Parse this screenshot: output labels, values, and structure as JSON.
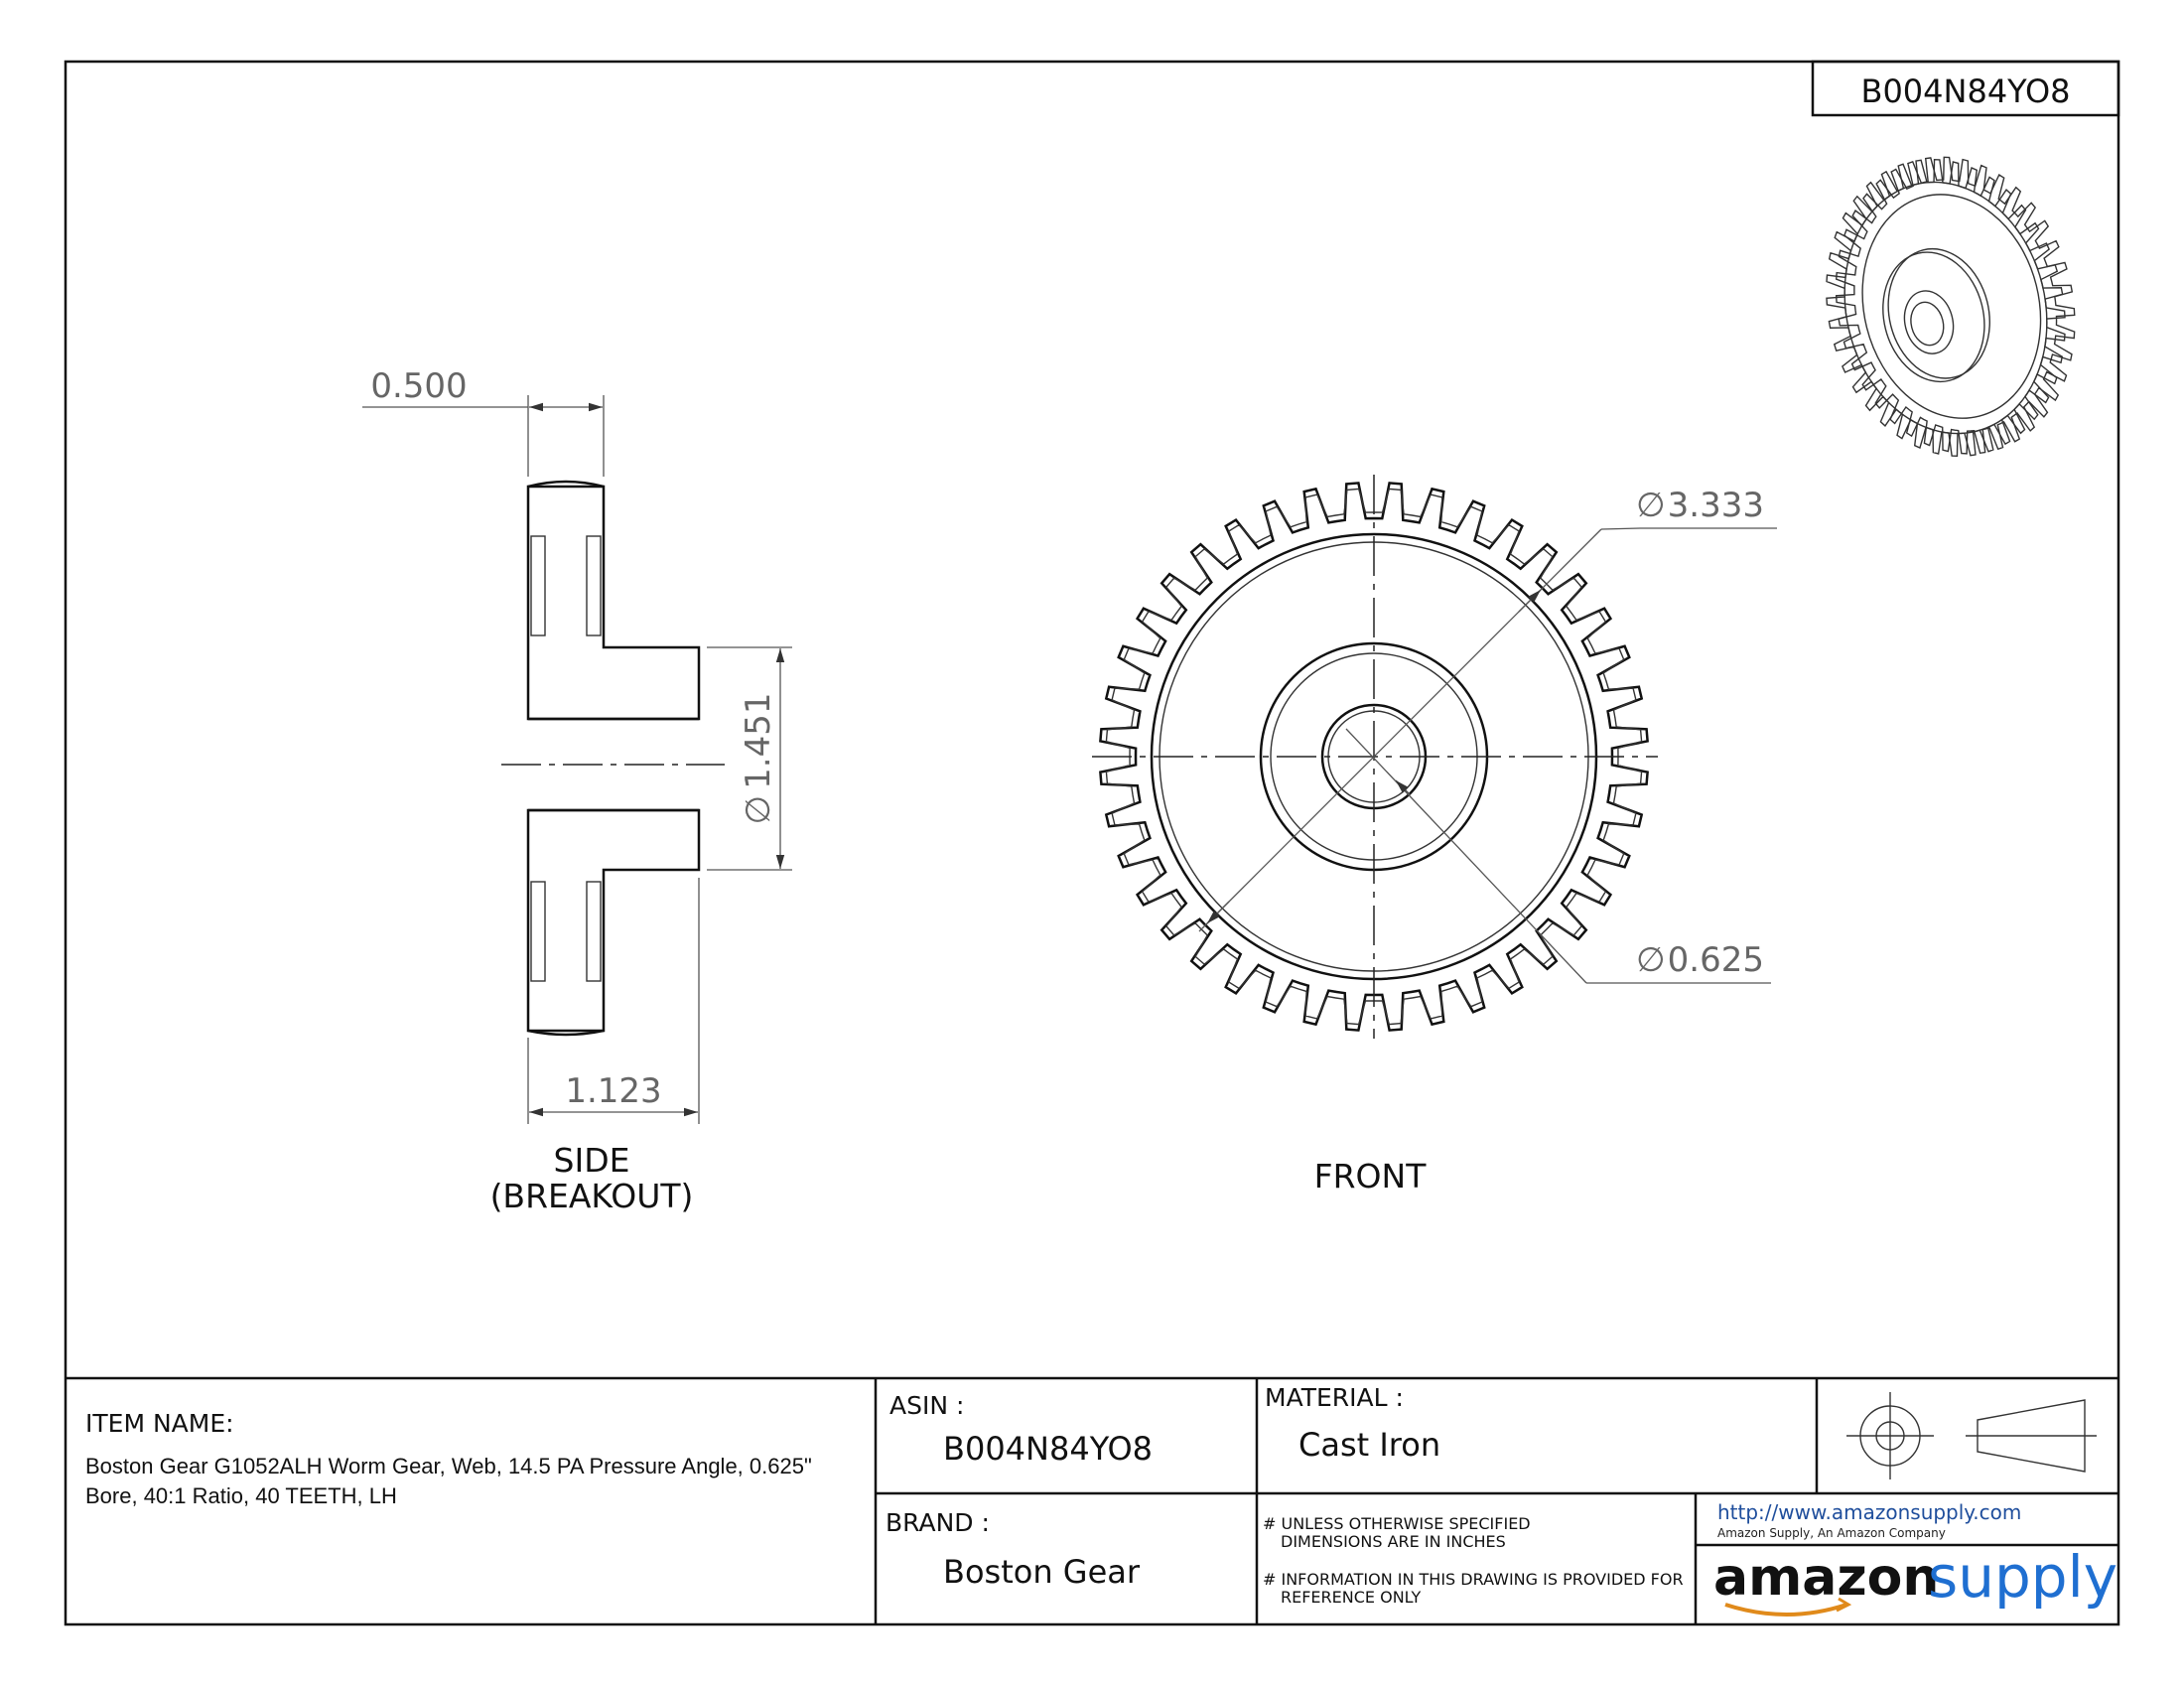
{
  "part_number_box": "B004N84YO8",
  "views": {
    "side_label_1": "SIDE",
    "side_label_2": "(BREAKOUT)",
    "front_label": "FRONT"
  },
  "dimensions": {
    "width": "0.500",
    "hub_length": "1.123",
    "hub_diameter": "1.451",
    "outer_diameter": "3.333",
    "bore_diameter": "0.625",
    "diameter_symbol": "∅"
  },
  "gear": {
    "teeth": 40
  },
  "title_block": {
    "item_name_label": "ITEM NAME:",
    "item_name_line1": "Boston Gear G1052ALH Worm Gear, Web, 14.5 PA Pressure Angle, 0.625\"",
    "item_name_line2": "Bore, 40:1 Ratio, 40 TEETH, LH",
    "asin_label": "ASIN :",
    "asin_value": "B004N84YO8",
    "brand_label": "BRAND :",
    "brand_value": "Boston Gear",
    "material_label": "MATERIAL :",
    "material_value": "Cast Iron",
    "note1_line1": "# UNLESS OTHERWISE SPECIFIED",
    "note1_line2": "DIMENSIONS ARE IN INCHES",
    "note2_line1": "# INFORMATION IN THIS DRAWING IS PROVIDED FOR",
    "note2_line2": "REFERENCE ONLY",
    "url": "http://www.amazonsupply.com",
    "url_sub": "Amazon Supply, An Amazon Company",
    "logo_left": "amazon",
    "logo_right": "supply"
  }
}
